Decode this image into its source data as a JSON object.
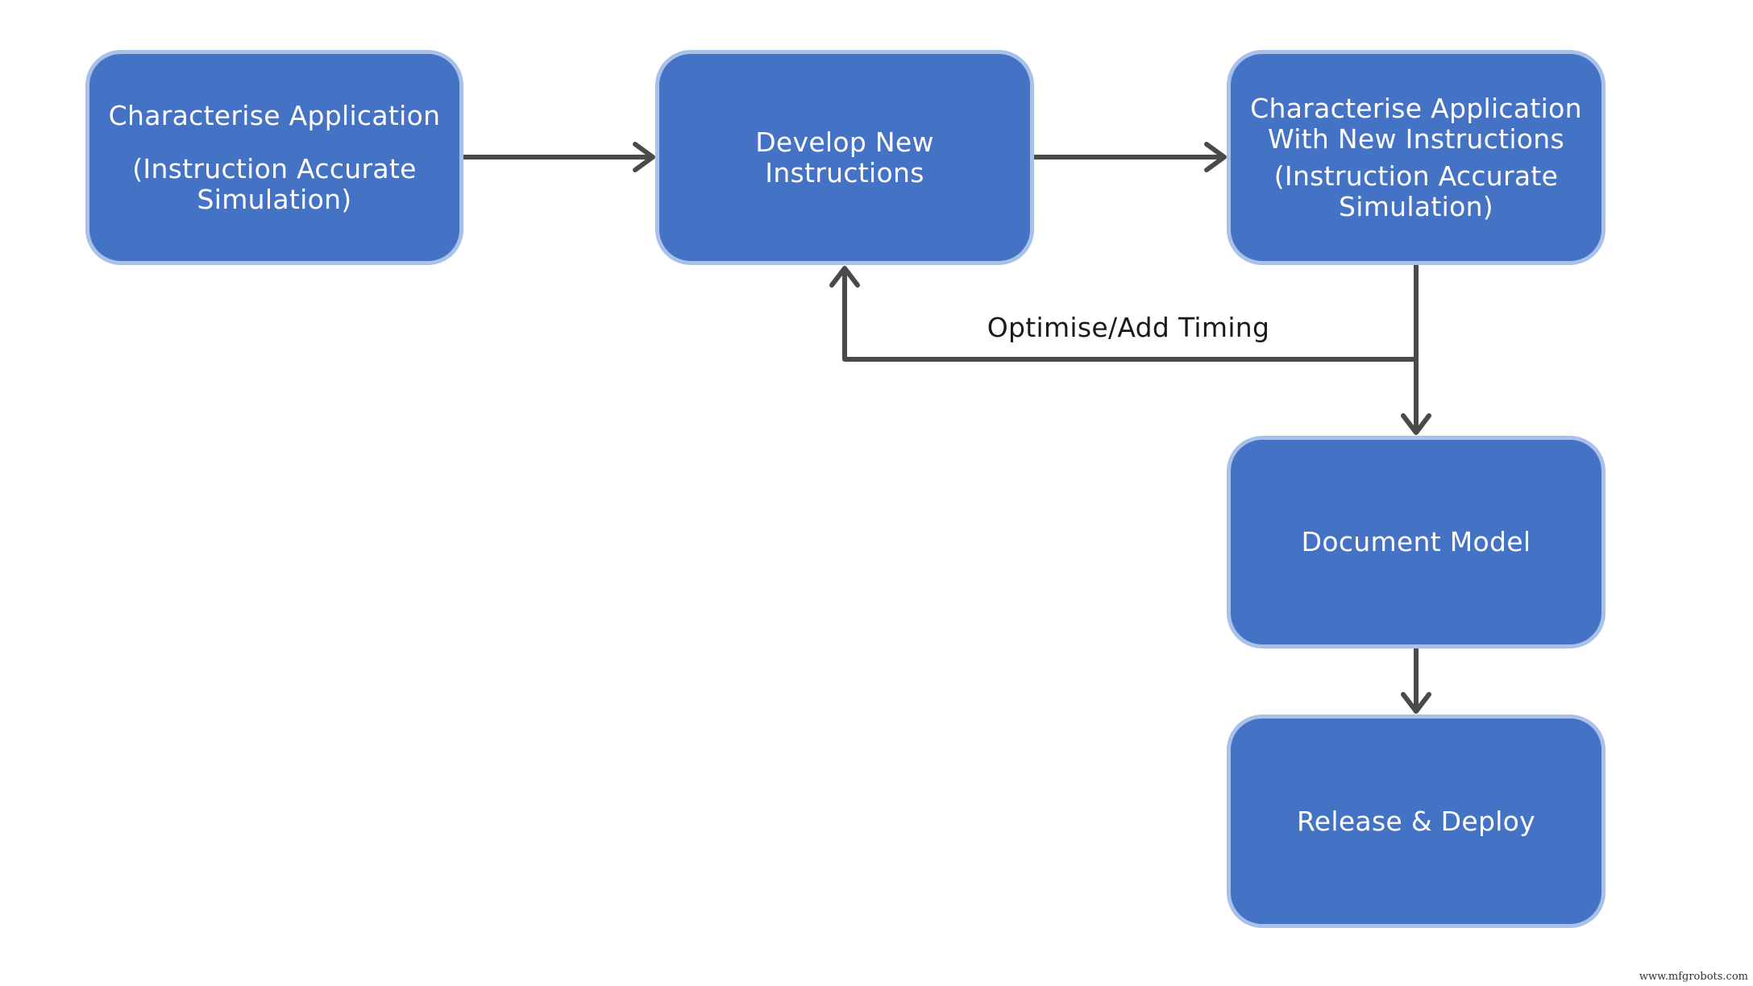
{
  "nodes": {
    "characterise": {
      "line1": "Characterise Application",
      "line2": "(Instruction Accurate",
      "line3": "Simulation)"
    },
    "develop": {
      "line1": "Develop New",
      "line2": "Instructions"
    },
    "characterise_new": {
      "line1": "Characterise Application",
      "line2": "With New Instructions",
      "line3": "(Instruction Accurate",
      "line4": "Simulation)"
    },
    "document": {
      "label": "Document Model"
    },
    "release": {
      "label": "Release & Deploy"
    }
  },
  "edges": {
    "loop_label": "Optimise/Add Timing"
  },
  "watermark": "www.mfgrobots.com",
  "colors": {
    "box_fill": "#4472c4",
    "box_border": "#a9c0e8",
    "arrow": "#4a4a4a",
    "box_text": "#ffffff"
  }
}
